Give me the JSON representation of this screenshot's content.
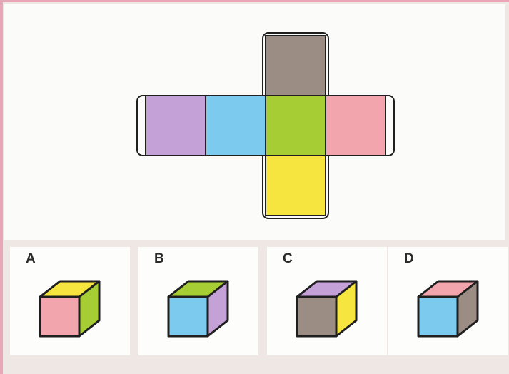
{
  "colors": {
    "brown": "#9b8c84",
    "purple": "#c4a2d8",
    "blue": "#7ccbef",
    "green": "#a7cd35",
    "pink": "#f3a5ae",
    "yellow": "#f6e43f",
    "outline": "#1f1f1f"
  },
  "net": {
    "top": "brown",
    "row": [
      "purple",
      "blue",
      "green",
      "pink"
    ],
    "bottom": "yellow"
  },
  "options": [
    {
      "label": "A",
      "top": "yellow",
      "front": "pink",
      "right": "green"
    },
    {
      "label": "B",
      "top": "green",
      "front": "blue",
      "right": "purple"
    },
    {
      "label": "C",
      "top": "purple",
      "front": "brown",
      "right": "yellow"
    },
    {
      "label": "D",
      "top": "pink",
      "front": "blue",
      "right": "brown"
    }
  ]
}
